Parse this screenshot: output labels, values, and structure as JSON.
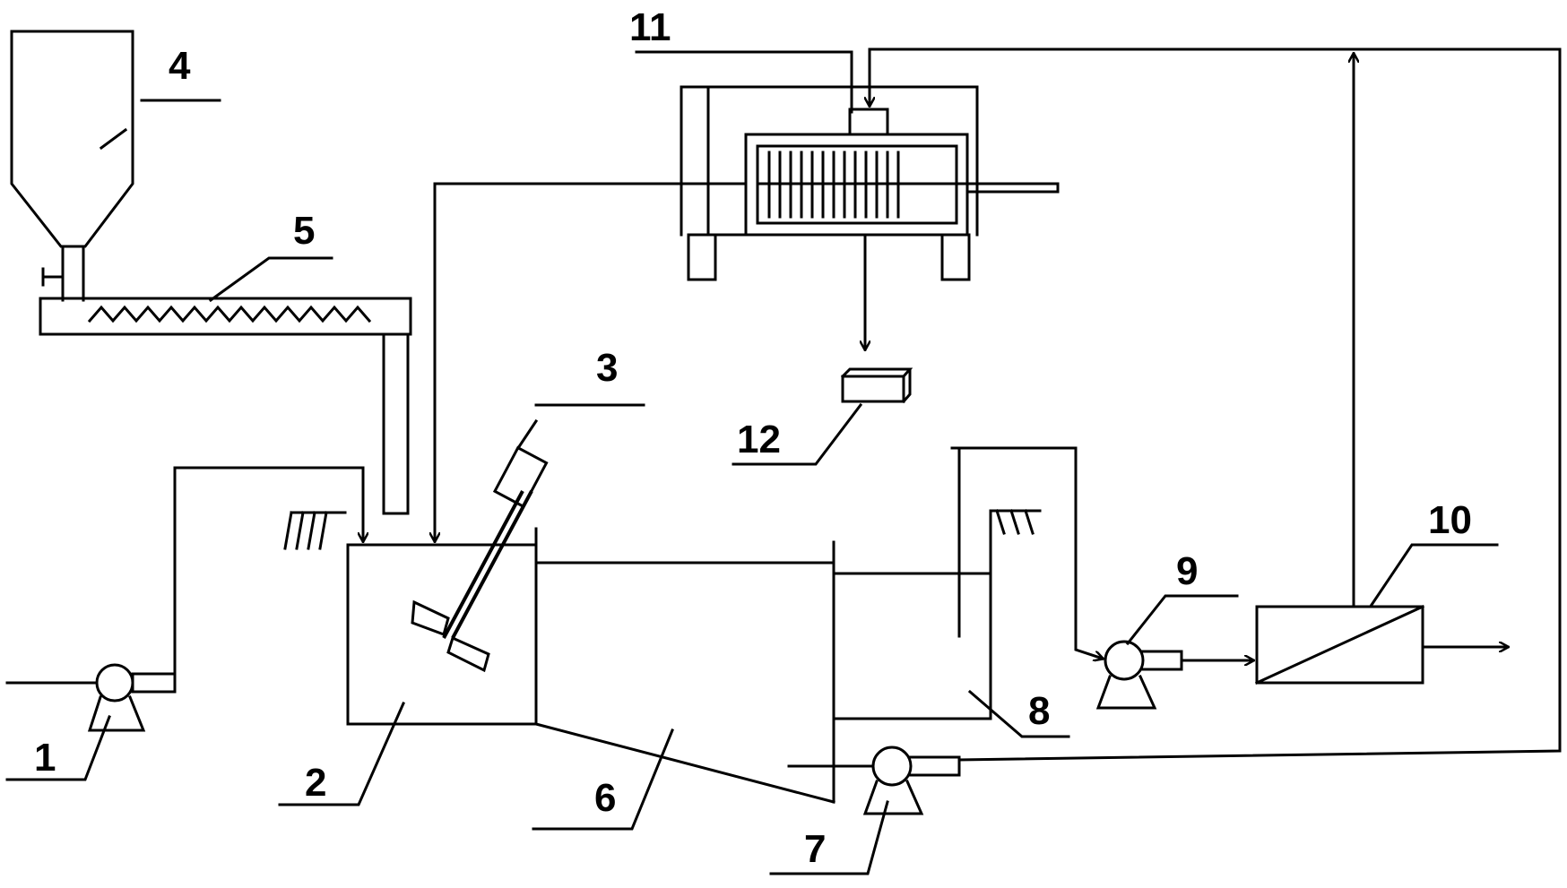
{
  "labels": {
    "pump_1": "1",
    "tank_2": "2",
    "stirrer_3": "3",
    "hopper_4": "4",
    "screw_feeder_5": "5",
    "tank_6": "6",
    "pump_7": "7",
    "tank_8": "8",
    "pump_9": "9",
    "membrane_10": "10",
    "filter_press_11": "11",
    "cake_12": "12"
  }
}
